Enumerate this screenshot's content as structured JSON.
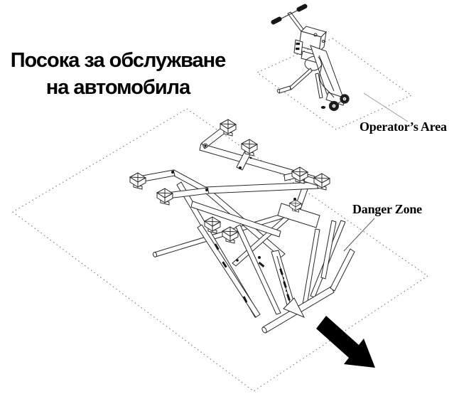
{
  "page": {
    "background_color": "#ffffff"
  },
  "title": {
    "line1": "Посока за обслужване",
    "line2": "на автомобила"
  },
  "labels": {
    "operator_area": "Operator’s Area",
    "danger_zone": "Danger Zone"
  },
  "illustration": {
    "machine_icon": "scissor-lift-illustration",
    "console_icon": "operator-console-illustration",
    "arrow_icon": "service-direction-arrow",
    "arrow_direction": "down-right"
  },
  "colors": {
    "ink": "#2a2a2a",
    "text": "#000000",
    "dash": "#777777",
    "arrow": "#000000",
    "background": "#ffffff"
  }
}
